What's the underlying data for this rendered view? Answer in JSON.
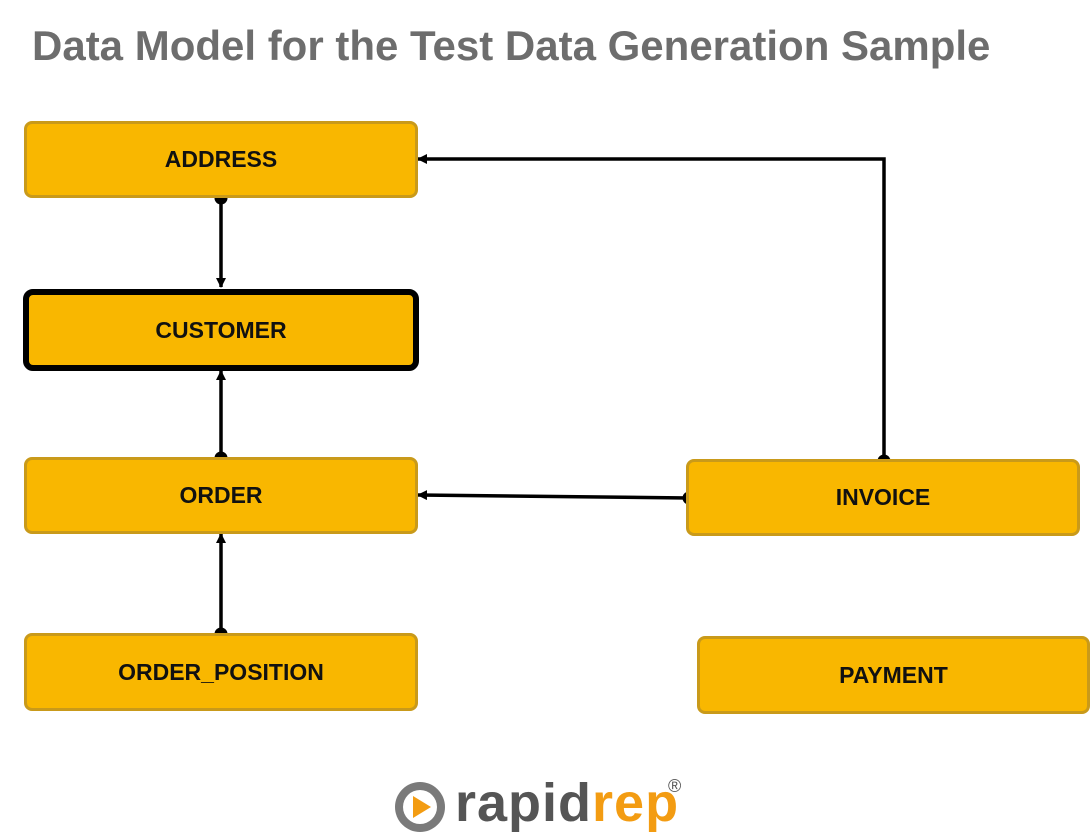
{
  "title": "Data Model for the Test Data Generation Sample",
  "entities": {
    "address": "ADDRESS",
    "customer": "CUSTOMER",
    "order": "ORDER",
    "order_position": "ORDER_POSITION",
    "invoice": "INVOICE",
    "payment": "PAYMENT"
  },
  "highlighted_entity": "CUSTOMER",
  "relations": [
    {
      "from": "ADDRESS",
      "to": "CUSTOMER"
    },
    {
      "from": "ORDER",
      "to": "CUSTOMER"
    },
    {
      "from": "ORDER_POSITION",
      "to": "ORDER"
    },
    {
      "from": "INVOICE",
      "to": "ORDER"
    },
    {
      "from": "INVOICE",
      "to": "ADDRESS"
    }
  ],
  "colors": {
    "entity_fill": "#f9b700",
    "entity_border": "#c99a1a",
    "connector": "#000000",
    "title": "#6d6d6d",
    "logo_dark": "#555555",
    "logo_accent": "#f39c12"
  },
  "logo": {
    "part1": "rapid",
    "part2": "rep",
    "mark": "®",
    "icon": "play-circle-icon"
  }
}
